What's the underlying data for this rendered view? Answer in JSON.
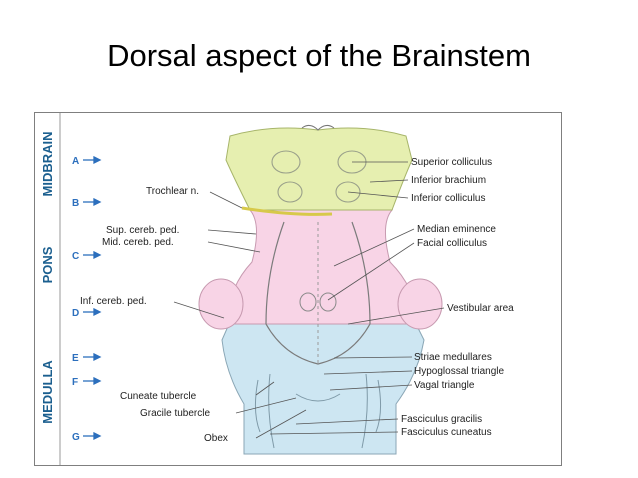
{
  "slide": {
    "title": "Dorsal aspect of the Brainstem"
  },
  "regions": {
    "midbrain": "MIDBRAIN",
    "pons": "PONS",
    "medulla": "MEDULLA"
  },
  "levels": [
    "A",
    "B",
    "C",
    "D",
    "E",
    "F",
    "G"
  ],
  "labels": {
    "left": [
      "Trochlear n.",
      "Sup. cereb. ped.",
      "Mid. cereb. ped.",
      "Inf. cereb. ped.",
      "Cuneate tubercle",
      "Gracile tubercle",
      "Obex"
    ],
    "right": [
      "Superior colliculus",
      "Inferior brachium",
      "Inferior colliculus",
      "Median eminence",
      "Facial colliculus",
      "Vestibular area",
      "Striae medullares",
      "Hypoglossal triangle",
      "Vagal triangle",
      "Fasciculus gracilis",
      "Fasciculus cuneatus"
    ]
  },
  "colors": {
    "midbrain": "#e6efb0",
    "pons": "#f8d4e6",
    "medulla": "#cde6f2",
    "band_text": "#1b5f8f",
    "arrow": "#2c6fbd",
    "frame": "#7f7f7f"
  }
}
